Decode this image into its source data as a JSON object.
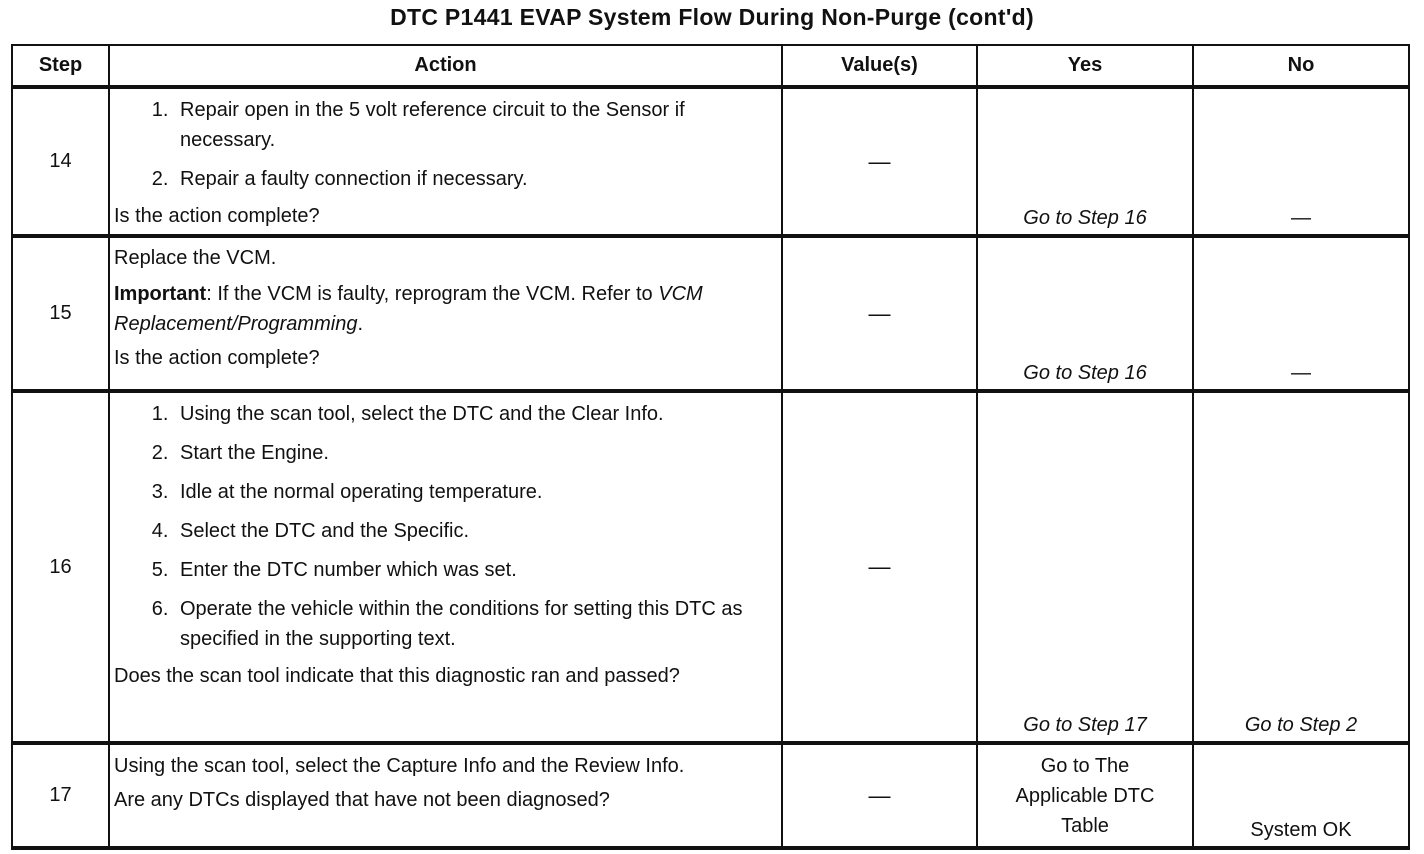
{
  "title": "DTC P1441 EVAP System Flow During Non-Purge (cont'd)",
  "headers": {
    "step": "Step",
    "action": "Action",
    "values": "Value(s)",
    "yes": "Yes",
    "no": "No"
  },
  "rows": [
    {
      "step": "14",
      "steps": [
        "Repair open in the 5 volt reference circuit to the Sensor if necessary.",
        "Repair a faulty connection if necessary."
      ],
      "question": "Is the action complete?",
      "value": "—",
      "yes": "Go to Step 16",
      "no": "—"
    },
    {
      "step": "15",
      "intro": "Replace the VCM.",
      "important_label": "Important",
      "important_text": ": If the VCM is faulty, reprogram the VCM. Refer to ",
      "important_ref": "VCM Replacement/Programming",
      "important_end": ".",
      "question": "Is the action complete?",
      "value": "—",
      "yes": "Go to Step 16",
      "no": "—"
    },
    {
      "step": "16",
      "steps": [
        "Using the scan tool, select the DTC and the Clear Info.",
        "Start the Engine.",
        "Idle at the normal operating temperature.",
        "Select the DTC and the Specific.",
        "Enter the DTC number which was set.",
        "Operate the vehicle within the conditions for setting this DTC as specified in the supporting text."
      ],
      "question": "Does the scan tool indicate that this diagnostic ran and passed?",
      "value": "—",
      "yes": "Go to Step 17",
      "no": "Go to Step 2"
    },
    {
      "step": "17",
      "intro": "Using the scan tool, select the Capture Info and the Review Info.",
      "question": "Are any DTCs displayed that have not been diagnosed?",
      "value": "—",
      "yes": "Go to The Applicable DTC Table",
      "no": "System OK"
    }
  ]
}
